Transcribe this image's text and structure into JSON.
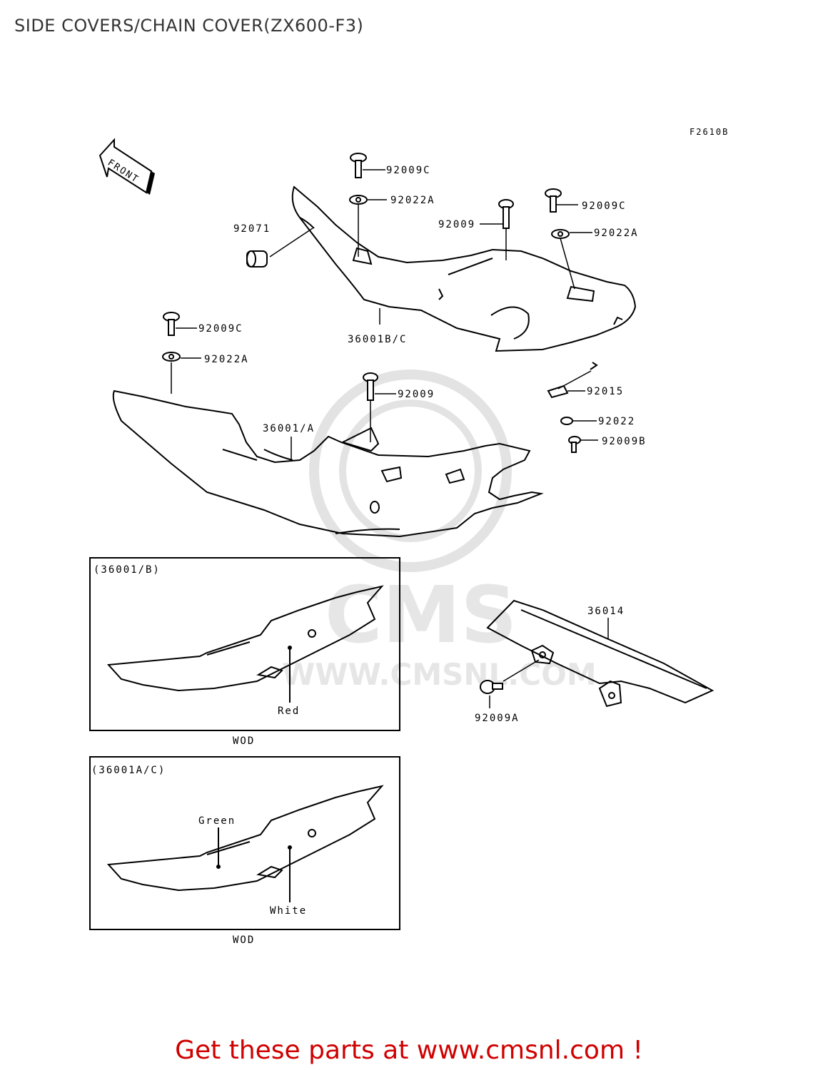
{
  "title": "SIDE COVERS/CHAIN COVER(ZX600-F3)",
  "diagram_code": "F2610B",
  "front_arrow": "FRONT",
  "part_labels": {
    "p92009c_top": "92009C",
    "p92022a_top": "92022A",
    "p92009c_right": "92009C",
    "p92009_upper": "92009",
    "p92022a_right": "92022A",
    "p92071": "92071",
    "p36001bc": "36001B/C",
    "p92009c_left": "92009C",
    "p92022a_left": "92022A",
    "p92009_lower": "92009",
    "p36001a": "36001/A",
    "p92015": "92015",
    "p92022": "92022",
    "p92009b": "92009B",
    "p36014": "36014",
    "p92009a": "92009A"
  },
  "inset1": {
    "title": "(36001/B)",
    "color_label": "Red",
    "caption": "WOD"
  },
  "inset2": {
    "title": "(36001A/C)",
    "color_label_1": "Green",
    "color_label_2": "White",
    "caption": "WOD"
  },
  "watermark": {
    "brand": "CMS",
    "url": "WWW.CMSNL.COM"
  },
  "footer": "Get these parts at www.cmsnl.com !",
  "colors": {
    "footer": "#d00000",
    "watermark": "#e3e3e3"
  }
}
